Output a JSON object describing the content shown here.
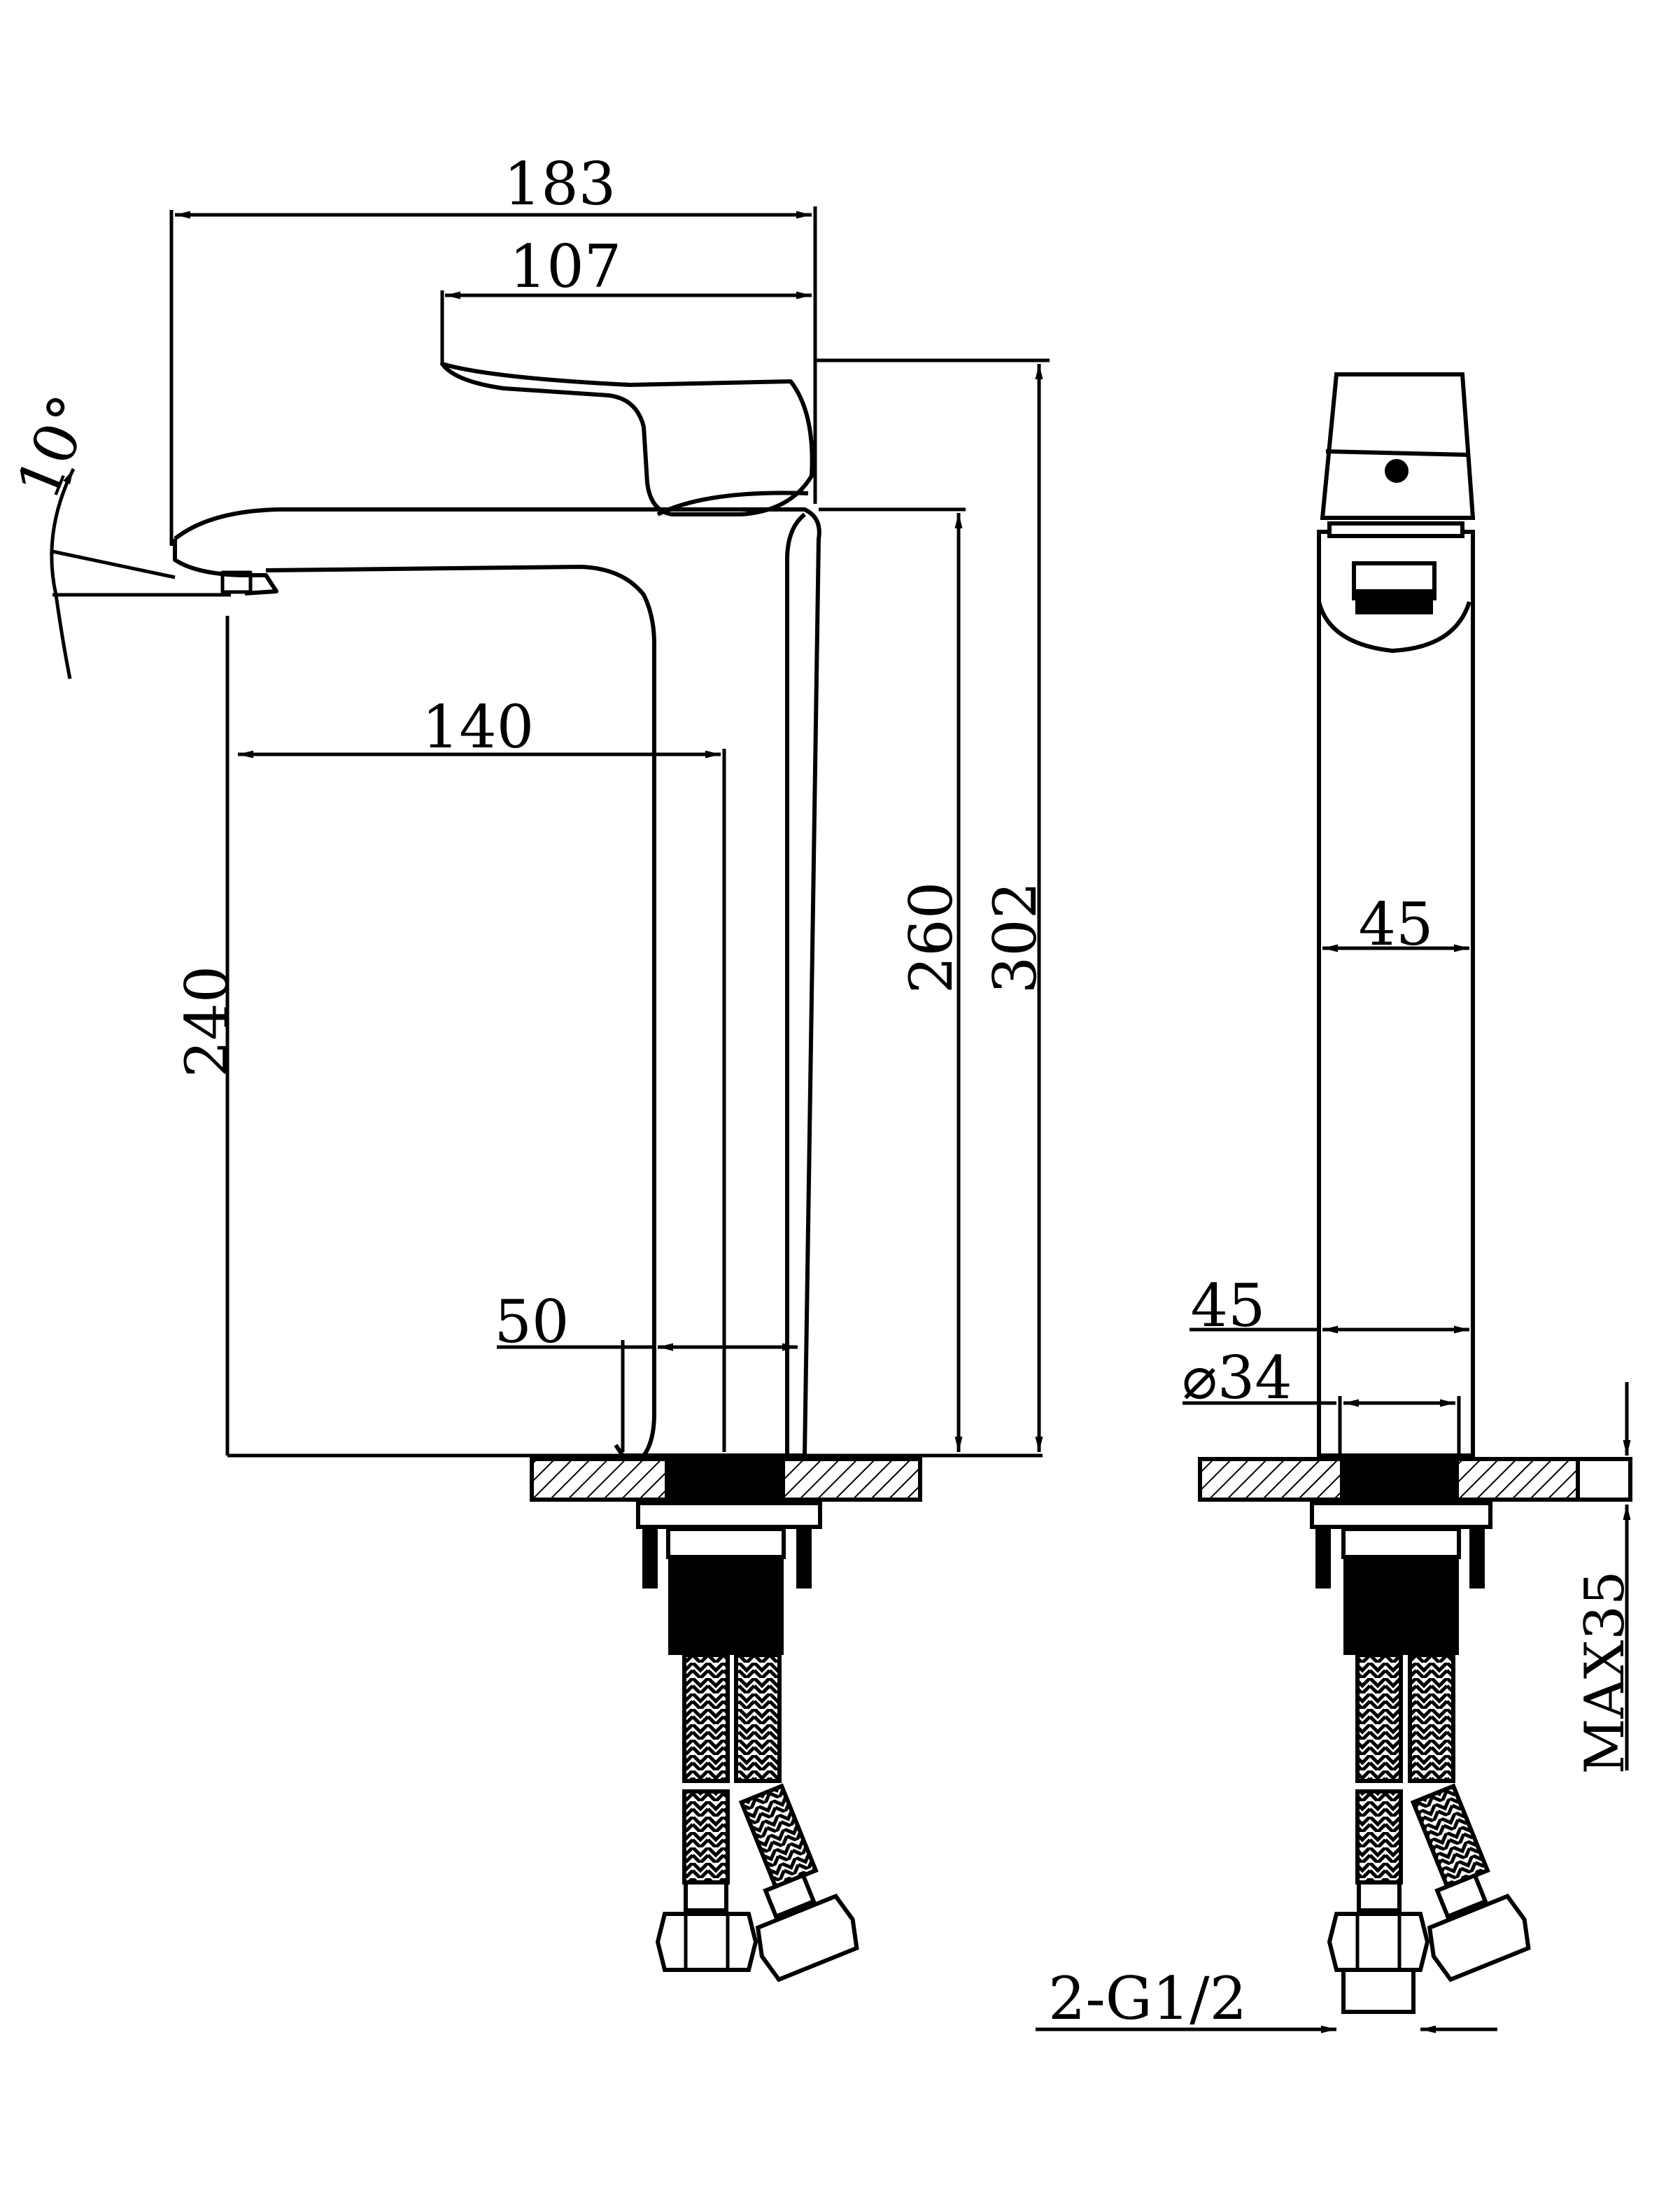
{
  "dimensions": {
    "overall_length": "183",
    "handle_length": "107",
    "spout_reach": "140",
    "spout_height": "240",
    "body_height": "260",
    "total_height": "302",
    "base_offset": "50",
    "angle": "10°",
    "side_width_top": "45",
    "side_width_base": "45",
    "shank_diameter": "⌀34",
    "max_deck_thickness": "MAX35",
    "connection": "2-G1/2"
  },
  "colors": {
    "line": "#000000",
    "background": "#ffffff"
  }
}
